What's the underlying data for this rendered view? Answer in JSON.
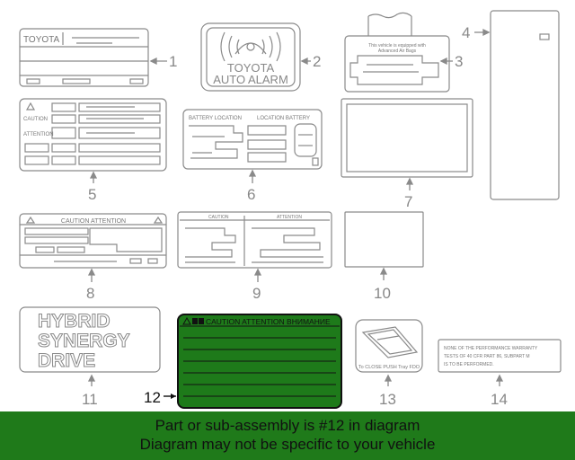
{
  "parts": [
    {
      "number": "1"
    },
    {
      "number": "2"
    },
    {
      "number": "3"
    },
    {
      "number": "4"
    },
    {
      "number": "5"
    },
    {
      "number": "6"
    },
    {
      "number": "7"
    },
    {
      "number": "8"
    },
    {
      "number": "9"
    },
    {
      "number": "10"
    },
    {
      "number": "11"
    },
    {
      "number": "12"
    },
    {
      "number": "13"
    },
    {
      "number": "14"
    }
  ],
  "labels": {
    "l1_brand": "TOYOTA",
    "l2_line1": "TOYOTA",
    "l2_line2": "AUTO ALARM",
    "l3_line1": "This vehicle is equipped with",
    "l3_line2": "Advanced Air Bags",
    "l5_caution": "CAUTION",
    "l5_attention": "ATTENTION",
    "l6_left": "BATTERY LOCATION",
    "l6_right": "LOCATION BATTERY",
    "l8_header": "CAUTION   ATTENTION",
    "l9_caution": "CAUTION",
    "l9_attention": "ATTENTION",
    "l11_line1": "HYBRID",
    "l11_line2": "SYNERGY",
    "l11_line3": "DRIVE",
    "l12_header": "CAUTION ATTENTION ВНИМАНИЕ",
    "l13_text": "To CLOSE PUSH Tray FDO",
    "l14_line1": "NONE OF THE PERFORMANCE WARRANTY",
    "l14_line2": "TESTS OF 40 CFR PART 86, SUBPART M",
    "l14_line3": "IS TO BE PERFORMED."
  },
  "banner": {
    "line1": "Part or sub-assembly is #12 in diagram",
    "line2": "Diagram may not be specific to your vehicle"
  },
  "colors": {
    "highlight_fill": "#1e7a1a",
    "banner_bg": "#1f7a1a",
    "line_gray": "#8a8a8a",
    "number_gray": "#888888"
  }
}
